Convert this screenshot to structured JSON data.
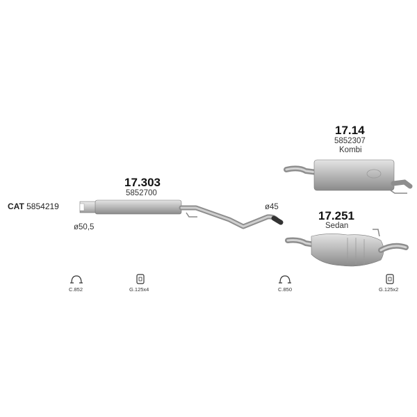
{
  "cat": {
    "label": "CAT",
    "code": "5854219"
  },
  "parts": {
    "mid": {
      "number": "17.303",
      "code": "5852700",
      "inlet_diameter": "ø50,5",
      "outlet_diameter": "ø45"
    },
    "rear_kombi": {
      "number": "17.14",
      "code": "5852307",
      "variant": "Kombi"
    },
    "rear_sedan": {
      "number": "17.251",
      "variant": "Sedan"
    }
  },
  "accessories": [
    {
      "code": "C.852",
      "icon": "clamp-icon"
    },
    {
      "code": "G.125x4",
      "icon": "rubber-hanger-icon"
    },
    {
      "code": "C.850",
      "icon": "clamp-icon"
    },
    {
      "code": "G.125x2",
      "icon": "rubber-hanger-icon"
    }
  ]
}
